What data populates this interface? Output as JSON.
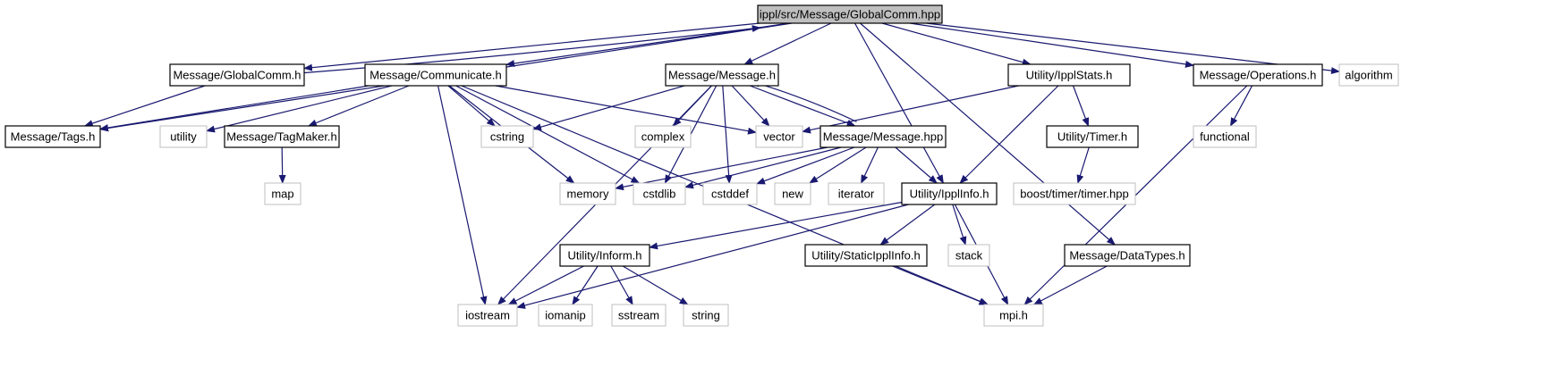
{
  "title": "ippl/src/Message/GlobalComm.hpp",
  "colors": {
    "edge": "#191970",
    "documented_border": "#000000",
    "external_border": "#bfbfbf",
    "root_fill": "#bfbfbf",
    "text": "#000000"
  },
  "nodes": [
    {
      "id": "root",
      "label": "ippl/src/Message/GlobalComm.hpp",
      "kind": "root"
    },
    {
      "id": "globalcomm_h",
      "label": "Message/GlobalComm.h",
      "kind": "documented"
    },
    {
      "id": "communicate_h",
      "label": "Message/Communicate.h",
      "kind": "documented"
    },
    {
      "id": "message_h",
      "label": "Message/Message.h",
      "kind": "documented"
    },
    {
      "id": "ipplstats_h",
      "label": "Utility/IpplStats.h",
      "kind": "documented"
    },
    {
      "id": "operations_h",
      "label": "Message/Operations.h",
      "kind": "documented"
    },
    {
      "id": "algorithm",
      "label": "algorithm",
      "kind": "external"
    },
    {
      "id": "tags_h",
      "label": "Message/Tags.h",
      "kind": "documented"
    },
    {
      "id": "utility",
      "label": "utility",
      "kind": "external"
    },
    {
      "id": "tagmaker_h",
      "label": "Message/TagMaker.h",
      "kind": "documented"
    },
    {
      "id": "cstring",
      "label": "cstring",
      "kind": "external"
    },
    {
      "id": "complex",
      "label": "complex",
      "kind": "external"
    },
    {
      "id": "vector",
      "label": "vector",
      "kind": "external"
    },
    {
      "id": "message_hpp",
      "label": "Message/Message.hpp",
      "kind": "documented"
    },
    {
      "id": "timer_h",
      "label": "Utility/Timer.h",
      "kind": "documented"
    },
    {
      "id": "functional",
      "label": "functional",
      "kind": "external"
    },
    {
      "id": "map",
      "label": "map",
      "kind": "external"
    },
    {
      "id": "memory",
      "label": "memory",
      "kind": "external"
    },
    {
      "id": "cstdlib",
      "label": "cstdlib",
      "kind": "external"
    },
    {
      "id": "cstddef",
      "label": "cstddef",
      "kind": "external"
    },
    {
      "id": "new",
      "label": "new",
      "kind": "external"
    },
    {
      "id": "iterator",
      "label": "iterator",
      "kind": "external"
    },
    {
      "id": "ipplinfo_h",
      "label": "Utility/IpplInfo.h",
      "kind": "documented"
    },
    {
      "id": "boosttimer",
      "label": "boost/timer/timer.hpp",
      "kind": "external"
    },
    {
      "id": "inform_h",
      "label": "Utility/Inform.h",
      "kind": "documented"
    },
    {
      "id": "staticipplinfo_h",
      "label": "Utility/StaticIpplInfo.h",
      "kind": "documented"
    },
    {
      "id": "stack",
      "label": "stack",
      "kind": "external"
    },
    {
      "id": "datatypes_h",
      "label": "Message/DataTypes.h",
      "kind": "documented"
    },
    {
      "id": "iostream",
      "label": "iostream",
      "kind": "external"
    },
    {
      "id": "iomanip",
      "label": "iomanip",
      "kind": "external"
    },
    {
      "id": "sstream",
      "label": "sstream",
      "kind": "external"
    },
    {
      "id": "string",
      "label": "string",
      "kind": "external"
    },
    {
      "id": "mpi_h",
      "label": "mpi.h",
      "kind": "external"
    }
  ],
  "edges": [
    [
      "root",
      "globalcomm_h"
    ],
    [
      "globalcomm_h",
      "root"
    ],
    [
      "root",
      "communicate_h"
    ],
    [
      "root",
      "message_h"
    ],
    [
      "root",
      "ipplinfo_h"
    ],
    [
      "root",
      "ipplstats_h"
    ],
    [
      "root",
      "datatypes_h"
    ],
    [
      "root",
      "operations_h"
    ],
    [
      "root",
      "algorithm"
    ],
    [
      "root",
      "tags_h"
    ],
    [
      "globalcomm_h",
      "tags_h"
    ],
    [
      "communicate_h",
      "tags_h"
    ],
    [
      "communicate_h",
      "utility"
    ],
    [
      "communicate_h",
      "tagmaker_h"
    ],
    [
      "communicate_h",
      "cstring"
    ],
    [
      "communicate_h",
      "vector"
    ],
    [
      "communicate_h",
      "memory"
    ],
    [
      "communicate_h",
      "cstdlib"
    ],
    [
      "communicate_h",
      "iostream"
    ],
    [
      "communicate_h",
      "mpi_h"
    ],
    [
      "tagmaker_h",
      "map"
    ],
    [
      "message_h",
      "cstring"
    ],
    [
      "message_h",
      "complex"
    ],
    [
      "message_h",
      "vector"
    ],
    [
      "message_h",
      "message_hpp"
    ],
    [
      "message_hpp",
      "message_h"
    ],
    [
      "message_h",
      "cstdlib"
    ],
    [
      "message_h",
      "cstddef"
    ],
    [
      "message_h",
      "iostream"
    ],
    [
      "message_hpp",
      "memory"
    ],
    [
      "message_hpp",
      "cstdlib"
    ],
    [
      "message_hpp",
      "cstddef"
    ],
    [
      "message_hpp",
      "new"
    ],
    [
      "message_hpp",
      "iterator"
    ],
    [
      "message_hpp",
      "ipplinfo_h"
    ],
    [
      "ipplstats_h",
      "vector"
    ],
    [
      "ipplstats_h",
      "ipplinfo_h"
    ],
    [
      "ipplstats_h",
      "timer_h"
    ],
    [
      "timer_h",
      "boosttimer"
    ],
    [
      "operations_h",
      "functional"
    ],
    [
      "operations_h",
      "mpi_h"
    ],
    [
      "ipplinfo_h",
      "inform_h"
    ],
    [
      "ipplinfo_h",
      "iostream"
    ],
    [
      "ipplinfo_h",
      "staticipplinfo_h"
    ],
    [
      "ipplinfo_h",
      "stack"
    ],
    [
      "ipplinfo_h",
      "mpi_h"
    ],
    [
      "inform_h",
      "iostream"
    ],
    [
      "inform_h",
      "iomanip"
    ],
    [
      "inform_h",
      "sstream"
    ],
    [
      "inform_h",
      "string"
    ],
    [
      "staticipplinfo_h",
      "mpi_h"
    ],
    [
      "datatypes_h",
      "mpi_h"
    ]
  ]
}
